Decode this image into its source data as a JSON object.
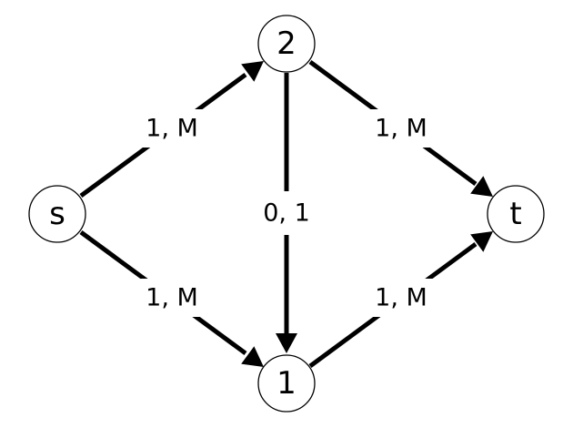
{
  "nodes": {
    "s": {
      "label": "s"
    },
    "n2": {
      "label": "2"
    },
    "n1": {
      "label": "1"
    },
    "t": {
      "label": "t"
    }
  },
  "edges": {
    "s_to_2": {
      "from": "s",
      "to": "2",
      "label": "1, M"
    },
    "s_to_1": {
      "from": "s",
      "to": "1",
      "label": "1, M"
    },
    "two_to_1": {
      "from": "2",
      "to": "1",
      "label": "0, 1"
    },
    "two_to_t": {
      "from": "2",
      "to": "t",
      "label": "1, M"
    },
    "one_to_t": {
      "from": "1",
      "to": "t",
      "label": "1, M"
    }
  }
}
